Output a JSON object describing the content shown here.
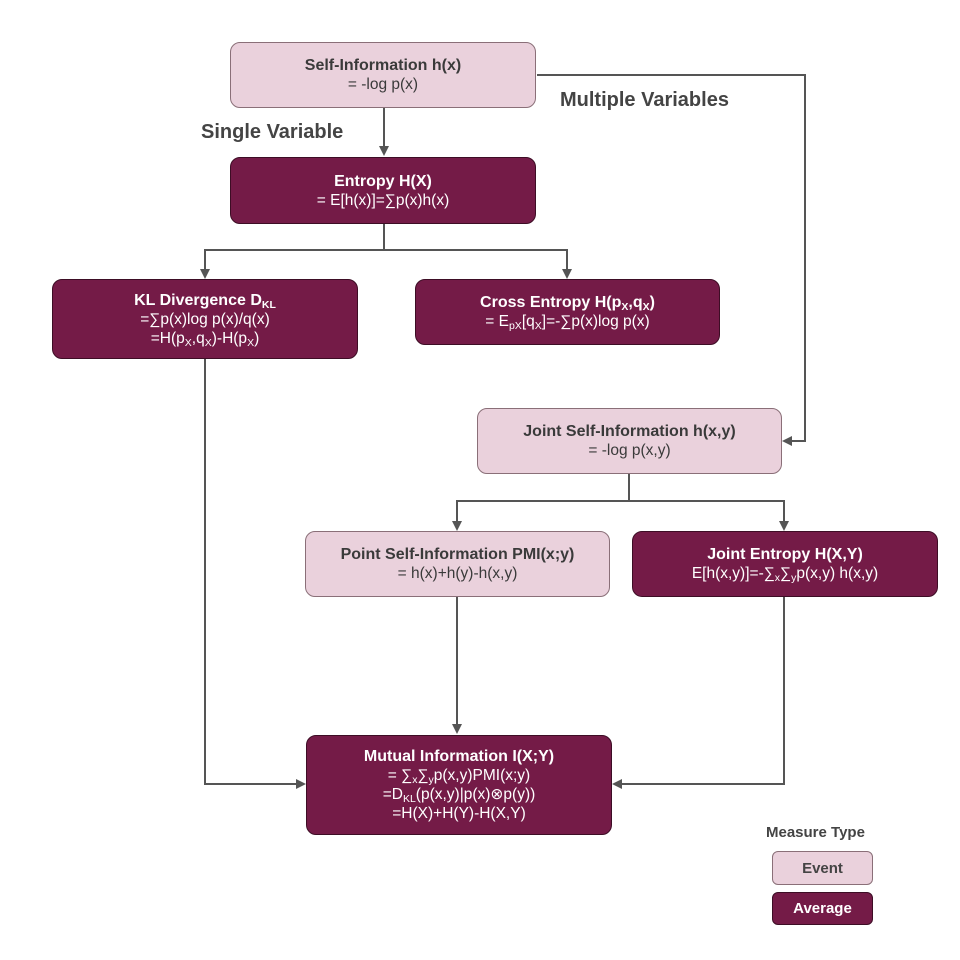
{
  "colors": {
    "event": "#ead1dc",
    "average": "#741b47",
    "line": "#555555"
  },
  "labels": {
    "single": "Single Variable",
    "multiple": "Multiple Variables"
  },
  "nodes": {
    "self_info": {
      "title": "Self-Information h(x)",
      "line1": "= -log p(x)"
    },
    "entropy": {
      "title": "Entropy H(X)",
      "line1": "= E[h(x)]=∑p(x)h(x)"
    },
    "kl": {
      "title": "KL Divergence D",
      "title_sub": "KL",
      "line1": "=∑p(x)log p(x)/q(x)",
      "line2": "=H(p",
      "line2_sub1": "X",
      "line2_mid": ",q",
      "line2_sub2": "X",
      "line2_end": ")-H(p",
      "line2_sub3": "X",
      "line2_close": ")"
    },
    "cross": {
      "title": "Cross Entropy H(p",
      "title_sub1": "X",
      "title_mid": ",q",
      "title_sub2": "X",
      "title_end": ")",
      "line1": "= E",
      "line1_sub": "pX",
      "line1_end": "[q",
      "line1_sub2": "X",
      "line1_close": "]=-∑p(x)log p(x)"
    },
    "joint_self": {
      "title": "Joint Self-Information h(x,y)",
      "line1": "= -log p(x,y)"
    },
    "pmi": {
      "title": "Point Self-Information PMI(x;y)",
      "line1": "= h(x)+h(y)-h(x,y)"
    },
    "joint_entropy": {
      "title": "Joint Entropy H(X,Y)",
      "line1": "E[h(x,y)]=-∑",
      "line1_sub1": "x",
      "line1_mid": "∑",
      "line1_sub2": "y",
      "line1_end": "p(x,y) h(x,y)"
    },
    "mutual": {
      "title": "Mutual Information I(X;Y)",
      "line1": "= ∑",
      "line1_sub1": "x",
      "line1_mid": "∑",
      "line1_sub2": "y",
      "line1_end": "p(x,y)PMI(x;y)",
      "line2": "=D",
      "line2_sub": "KL",
      "line2_end": "(p(x,y)|p(x)⊗p(y))",
      "line3": "=H(X)+H(Y)-H(X,Y)"
    }
  },
  "legend": {
    "title": "Measure Type",
    "event": "Event",
    "average": "Average"
  }
}
